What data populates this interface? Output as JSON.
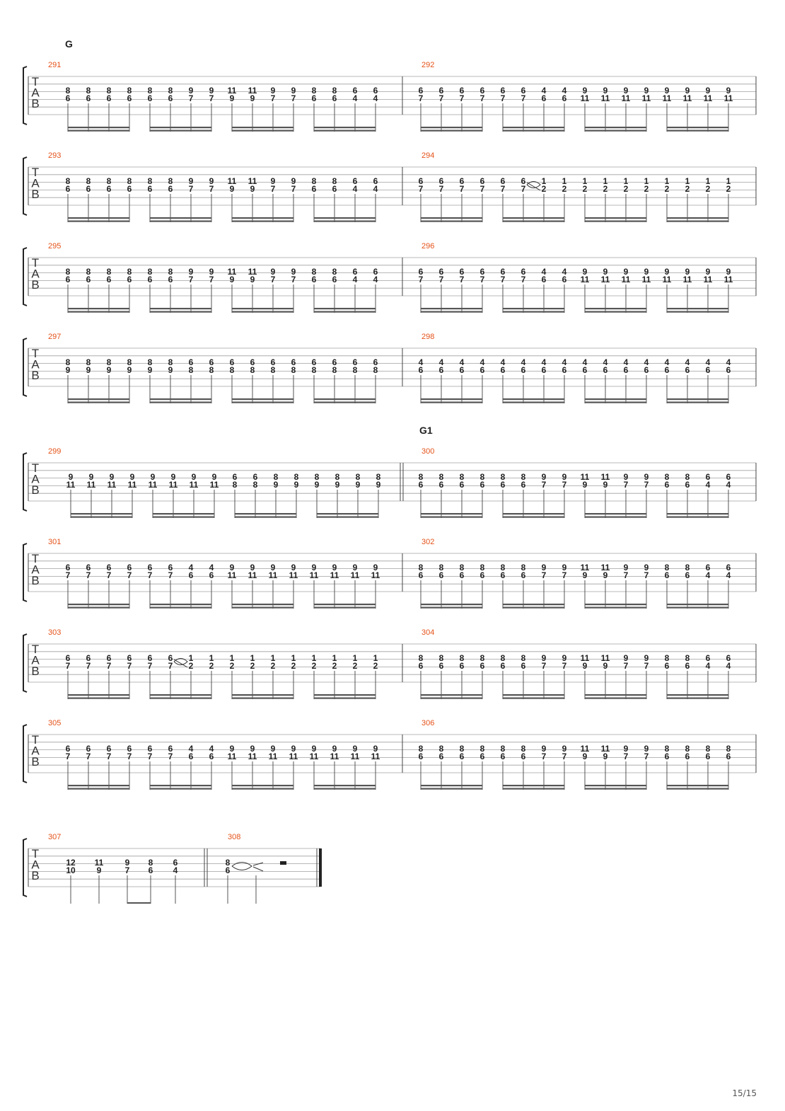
{
  "page": {
    "number": "15/15"
  },
  "systems": [
    {
      "section": "G",
      "bars": [
        {
          "number": "291",
          "top": [
            "8",
            "8",
            "8",
            "8",
            "8",
            "8",
            "9",
            "9",
            "11",
            "11",
            "9",
            "9",
            "8",
            "8",
            "6",
            "6"
          ],
          "bottom": [
            "6",
            "6",
            "6",
            "6",
            "6",
            "6",
            "7",
            "7",
            "9",
            "9",
            "7",
            "7",
            "6",
            "6",
            "4",
            "4"
          ]
        },
        {
          "number": "292",
          "top": [
            "6",
            "6",
            "6",
            "6",
            "6",
            "6",
            "4",
            "4",
            "9",
            "9",
            "9",
            "9",
            "9",
            "9",
            "9",
            "9"
          ],
          "bottom": [
            "7",
            "7",
            "7",
            "7",
            "7",
            "7",
            "6",
            "6",
            "11",
            "11",
            "11",
            "11",
            "11",
            "11",
            "11",
            "11"
          ]
        }
      ]
    },
    {
      "bars": [
        {
          "number": "293",
          "top": [
            "8",
            "8",
            "8",
            "8",
            "8",
            "8",
            "9",
            "9",
            "11",
            "11",
            "9",
            "9",
            "8",
            "8",
            "6",
            "6"
          ],
          "bottom": [
            "6",
            "6",
            "6",
            "6",
            "6",
            "6",
            "7",
            "7",
            "9",
            "9",
            "7",
            "7",
            "6",
            "6",
            "4",
            "4"
          ]
        },
        {
          "number": "294",
          "top": [
            "6",
            "6",
            "6",
            "6",
            "6",
            "6",
            "1",
            "1",
            "1",
            "1",
            "1",
            "1",
            "1",
            "1",
            "1",
            "1"
          ],
          "bottom": [
            "7",
            "7",
            "7",
            "7",
            "7",
            "7",
            "2",
            "2",
            "2",
            "2",
            "2",
            "2",
            "2",
            "2",
            "2",
            "2"
          ],
          "slide_after": 5
        }
      ]
    },
    {
      "bars": [
        {
          "number": "295",
          "top": [
            "8",
            "8",
            "8",
            "8",
            "8",
            "8",
            "9",
            "9",
            "11",
            "11",
            "9",
            "9",
            "8",
            "8",
            "6",
            "6"
          ],
          "bottom": [
            "6",
            "6",
            "6",
            "6",
            "6",
            "6",
            "7",
            "7",
            "9",
            "9",
            "7",
            "7",
            "6",
            "6",
            "4",
            "4"
          ]
        },
        {
          "number": "296",
          "top": [
            "6",
            "6",
            "6",
            "6",
            "6",
            "6",
            "4",
            "4",
            "9",
            "9",
            "9",
            "9",
            "9",
            "9",
            "9",
            "9"
          ],
          "bottom": [
            "7",
            "7",
            "7",
            "7",
            "7",
            "7",
            "6",
            "6",
            "11",
            "11",
            "11",
            "11",
            "11",
            "11",
            "11",
            "11"
          ]
        }
      ]
    },
    {
      "bars": [
        {
          "number": "297",
          "top": [
            "8",
            "8",
            "8",
            "8",
            "8",
            "8",
            "6",
            "6",
            "6",
            "6",
            "6",
            "6",
            "6",
            "6",
            "6",
            "6"
          ],
          "bottom": [
            "9",
            "9",
            "9",
            "9",
            "9",
            "9",
            "8",
            "8",
            "8",
            "8",
            "8",
            "8",
            "8",
            "8",
            "8",
            "8"
          ]
        },
        {
          "number": "298",
          "top": [
            "4",
            "4",
            "4",
            "4",
            "4",
            "4",
            "4",
            "4",
            "4",
            "4",
            "4",
            "4",
            "4",
            "4",
            "4",
            "4"
          ],
          "bottom": [
            "6",
            "6",
            "6",
            "6",
            "6",
            "6",
            "6",
            "6",
            "6",
            "6",
            "6",
            "6",
            "6",
            "6",
            "6",
            "6"
          ]
        }
      ]
    },
    {
      "section_bar2": "G1",
      "double_bar": true,
      "bars": [
        {
          "number": "299",
          "top": [
            "9",
            "9",
            "9",
            "9",
            "9",
            "9",
            "9",
            "9",
            "6",
            "6",
            "8",
            "8",
            "8",
            "8",
            "8",
            "8"
          ],
          "bottom": [
            "11",
            "11",
            "11",
            "11",
            "11",
            "11",
            "11",
            "11",
            "8",
            "8",
            "9",
            "9",
            "9",
            "9",
            "9",
            "9"
          ]
        },
        {
          "number": "300",
          "top": [
            "8",
            "8",
            "8",
            "8",
            "8",
            "8",
            "9",
            "9",
            "11",
            "11",
            "9",
            "9",
            "8",
            "8",
            "6",
            "6"
          ],
          "bottom": [
            "6",
            "6",
            "6",
            "6",
            "6",
            "6",
            "7",
            "7",
            "9",
            "9",
            "7",
            "7",
            "6",
            "6",
            "4",
            "4"
          ]
        }
      ]
    },
    {
      "bars": [
        {
          "number": "301",
          "top": [
            "6",
            "6",
            "6",
            "6",
            "6",
            "6",
            "4",
            "4",
            "9",
            "9",
            "9",
            "9",
            "9",
            "9",
            "9",
            "9"
          ],
          "bottom": [
            "7",
            "7",
            "7",
            "7",
            "7",
            "7",
            "6",
            "6",
            "11",
            "11",
            "11",
            "11",
            "11",
            "11",
            "11",
            "11"
          ]
        },
        {
          "number": "302",
          "top": [
            "8",
            "8",
            "8",
            "8",
            "8",
            "8",
            "9",
            "9",
            "11",
            "11",
            "9",
            "9",
            "8",
            "8",
            "6",
            "6"
          ],
          "bottom": [
            "6",
            "6",
            "6",
            "6",
            "6",
            "6",
            "7",
            "7",
            "9",
            "9",
            "7",
            "7",
            "6",
            "6",
            "4",
            "4"
          ]
        }
      ]
    },
    {
      "bars": [
        {
          "number": "303",
          "top": [
            "6",
            "6",
            "6",
            "6",
            "6",
            "6",
            "1",
            "1",
            "1",
            "1",
            "1",
            "1",
            "1",
            "1",
            "1",
            "1"
          ],
          "bottom": [
            "7",
            "7",
            "7",
            "7",
            "7",
            "7",
            "2",
            "2",
            "2",
            "2",
            "2",
            "2",
            "2",
            "2",
            "2",
            "2"
          ],
          "slide_after": 5
        },
        {
          "number": "304",
          "top": [
            "8",
            "8",
            "8",
            "8",
            "8",
            "8",
            "9",
            "9",
            "11",
            "11",
            "9",
            "9",
            "8",
            "8",
            "6",
            "6"
          ],
          "bottom": [
            "6",
            "6",
            "6",
            "6",
            "6",
            "6",
            "7",
            "7",
            "9",
            "9",
            "7",
            "7",
            "6",
            "6",
            "4",
            "4"
          ]
        }
      ]
    },
    {
      "bars": [
        {
          "number": "305",
          "top": [
            "6",
            "6",
            "6",
            "6",
            "6",
            "6",
            "4",
            "4",
            "9",
            "9",
            "9",
            "9",
            "9",
            "9",
            "9",
            "9"
          ],
          "bottom": [
            "7",
            "7",
            "7",
            "7",
            "7",
            "7",
            "6",
            "6",
            "11",
            "11",
            "11",
            "11",
            "11",
            "11",
            "11",
            "11"
          ]
        },
        {
          "number": "306",
          "top": [
            "8",
            "8",
            "8",
            "8",
            "8",
            "8",
            "9",
            "9",
            "11",
            "11",
            "9",
            "9",
            "8",
            "8",
            "8",
            "8"
          ],
          "bottom": [
            "6",
            "6",
            "6",
            "6",
            "6",
            "6",
            "7",
            "7",
            "9",
            "9",
            "7",
            "7",
            "6",
            "6",
            "6",
            "6"
          ]
        }
      ]
    },
    {
      "final": true,
      "bars": [
        {
          "number": "307",
          "top": [
            "12",
            "11",
            "9",
            "8",
            "6"
          ],
          "bottom": [
            "10",
            "9",
            "7",
            "6",
            "4"
          ]
        },
        {
          "number": "308",
          "top": [
            "8"
          ],
          "bottom": [
            "6"
          ],
          "rest": true
        }
      ]
    }
  ]
}
